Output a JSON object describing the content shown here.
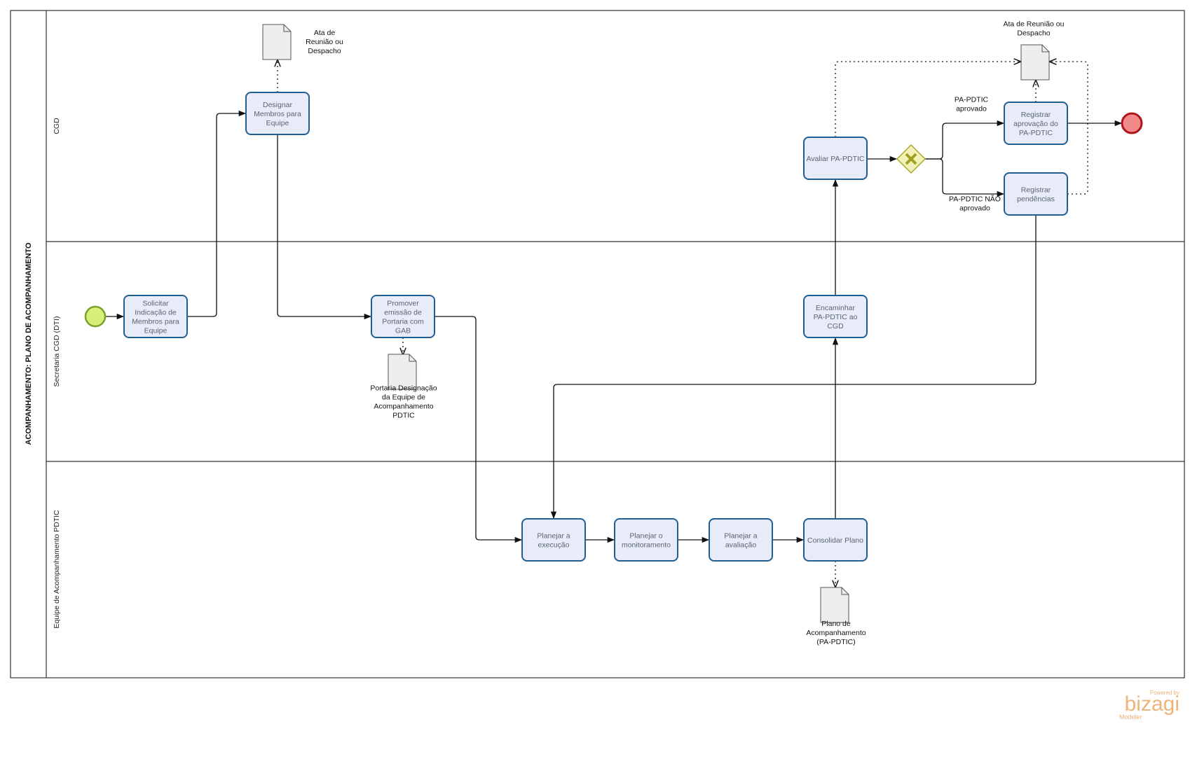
{
  "pool": {
    "title": "ACOMPANHAMENTO: PLANO DE ACOMPANHAMENTO"
  },
  "lanes": [
    {
      "id": "cgd",
      "label": "CGD"
    },
    {
      "id": "sec",
      "label": "Secretaria CGD (DTI)"
    },
    {
      "id": "eq",
      "label": "Equipe de Acompanhamento PDTIC"
    }
  ],
  "tasks": [
    {
      "id": "t_solicitar",
      "lines": [
        "Solicitar",
        "Indicação de",
        "Membros para",
        "Equipe"
      ]
    },
    {
      "id": "t_designar",
      "lines": [
        "Designar",
        "Membros para",
        "Equipe"
      ]
    },
    {
      "id": "t_promover",
      "lines": [
        "Promover",
        "emissão de",
        "Portaria com",
        "GAB"
      ]
    },
    {
      "id": "t_planejar_exec",
      "lines": [
        "Planejar a",
        "execução"
      ]
    },
    {
      "id": "t_planejar_mon",
      "lines": [
        "Planejar o",
        "monitoramento"
      ]
    },
    {
      "id": "t_planejar_aval",
      "lines": [
        "Planejar a",
        "avaliação"
      ]
    },
    {
      "id": "t_consolidar",
      "lines": [
        "Consolidar Plano"
      ]
    },
    {
      "id": "t_encaminhar",
      "lines": [
        "Encaminhar",
        "PA-PDTIC ao",
        "CGD"
      ]
    },
    {
      "id": "t_avaliar",
      "lines": [
        "Avaliar PA-PDTIC"
      ]
    },
    {
      "id": "t_registrar_aprov",
      "lines": [
        "Registrar",
        "aprovação do",
        "PA-PDTIC"
      ]
    },
    {
      "id": "t_registrar_pend",
      "lines": [
        "Registrar",
        "pendências"
      ]
    }
  ],
  "documents": [
    {
      "id": "d_ata1",
      "lines": [
        "Ata de",
        "Reunião ou",
        "Despacho"
      ]
    },
    {
      "id": "d_portaria",
      "lines": [
        "Portaria Designação",
        "da Equipe de",
        "Acompanhamento",
        "PDTIC"
      ]
    },
    {
      "id": "d_plano",
      "lines": [
        "Plano de",
        "Acompanhamento",
        "(PA-PDTIC)"
      ]
    },
    {
      "id": "d_ata2",
      "lines": [
        "Ata de Reunião ou",
        "Despacho"
      ]
    }
  ],
  "flow_labels": {
    "aprovado": [
      "PA-PDTIC",
      "aprovado"
    ],
    "nao_aprovado": [
      "PA-PDTIC NÃO",
      "aprovado"
    ]
  },
  "events": {
    "start_color": "#d8f07a",
    "end_color": "#f28a8a"
  },
  "gateway": {
    "type": "exclusive",
    "color": "#f2f2b8"
  },
  "watermark": {
    "powered": "Powered by",
    "brand": "bizagi",
    "product": "Modeler"
  },
  "colors": {
    "task_fill": "#e8ecf8",
    "task_stroke": "#1f5f92"
  }
}
